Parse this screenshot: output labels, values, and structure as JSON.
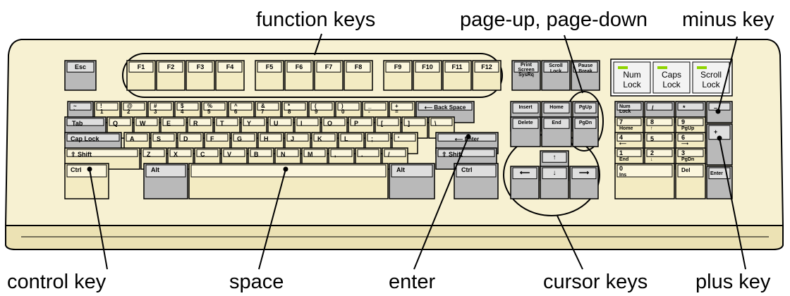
{
  "callouts": {
    "function_keys": "function keys",
    "page_up_down": "page-up, page-down",
    "minus_key": "minus key",
    "control_key": "control key",
    "space": "space",
    "enter": "enter",
    "cursor_keys": "cursor keys",
    "plus_key": "plus key"
  },
  "keys": {
    "esc": "Esc",
    "f1": "F1",
    "f2": "F2",
    "f3": "F3",
    "f4": "F4",
    "f5": "F5",
    "f6": "F6",
    "f7": "F7",
    "f8": "F8",
    "f9": "F9",
    "f10": "F10",
    "f11": "F11",
    "f12": "F12",
    "print_1": "Print",
    "print_2": "Screen",
    "print_3": "SysRq",
    "scroll_1": "Scroll",
    "scroll_2": "Lock",
    "pause_1": "Pause",
    "pause_2": "Break",
    "tab": "Tab",
    "caps": "Cap Lock",
    "shift": "⇧ Shift",
    "shift_r": "⇧ Shift",
    "ctrl": "Ctrl",
    "ctrl_r": "Ctrl",
    "alt": "Alt",
    "alt_r": "Alt",
    "backspace": "⟵ Back Space",
    "enter": "⟵ Enter",
    "insert": "Insert",
    "home": "Home",
    "pgup": "PgUp",
    "delete": "Delete",
    "end": "End",
    "pgdn": "PgDn",
    "arrow_up": "↑",
    "arrow_down": "↓",
    "arrow_left": "⟵",
    "arrow_right": "⟶",
    "num_lock_1": "Num",
    "num_lock_2": "Lock",
    "kp_slash": "/",
    "kp_star": "*",
    "kp_minus": "–",
    "kp_plus": "+",
    "kp_enter": "Enter",
    "kp7": "7",
    "kp7_sub": "Home",
    "kp8": "8",
    "kp8_sub": "↑",
    "kp9": "9",
    "kp9_sub": "PgUp",
    "kp4": "4",
    "kp4_sub": "⟵",
    "kp5": "5",
    "kp6": "6",
    "kp6_sub": "⟶",
    "kp1": "1",
    "kp1_sub": "End",
    "kp2": "2",
    "kp2_sub": "↓",
    "kp3": "3",
    "kp3_sub": "PgDn",
    "kp0": "0",
    "kp0_sub": "Ins",
    "kp_del": "Del",
    "num_row": [
      [
        "`",
        "~"
      ],
      [
        "1",
        "!"
      ],
      [
        "2",
        "@"
      ],
      [
        "3",
        "#"
      ],
      [
        "4",
        "$"
      ],
      [
        "5",
        "%"
      ],
      [
        "6",
        "^"
      ],
      [
        "7",
        "&"
      ],
      [
        "8",
        "*"
      ],
      [
        "9",
        "("
      ],
      [
        "0",
        ")"
      ],
      [
        "-",
        "_"
      ],
      [
        "=",
        "+"
      ]
    ],
    "q_row": [
      "Q",
      "W",
      "E",
      "R",
      "T",
      "Y",
      "U",
      "I",
      "O",
      "P",
      "[",
      "]",
      "\\"
    ],
    "a_row": [
      "A",
      "S",
      "D",
      "F",
      "G",
      "H",
      "J",
      "K",
      "L",
      ";",
      "'"
    ],
    "z_row": [
      "Z",
      "X",
      "C",
      "V",
      "B",
      "N",
      "M",
      ",",
      ".",
      "/"
    ]
  },
  "indicators": {
    "num_1": "Num",
    "num_2": "Lock",
    "caps_1": "Caps",
    "caps_2": "Lock",
    "scroll_1": "Scroll",
    "scroll_2": "Lock",
    "led_color": "#8fd400"
  },
  "colors": {
    "body": "#f7f1d2",
    "key_light": "#f3ebc2",
    "key_gray": "#b9b9b9",
    "outline": "#000000"
  }
}
